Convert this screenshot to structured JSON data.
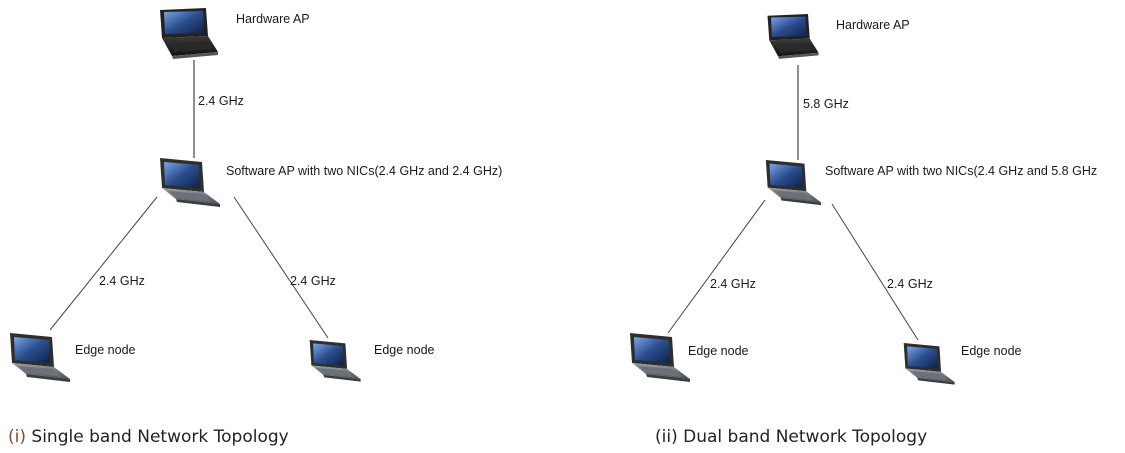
{
  "left": {
    "hardware_label": "Hardware AP",
    "uplink_label": "2.4 GHz",
    "software_label": "Software AP with two NICs(2.4 GHz and 2.4 GHz)",
    "left_link_label": "2.4 GHz",
    "right_link_label": "2.4 GHz",
    "edge_left_label": "Edge node",
    "edge_right_label": "Edge node",
    "caption_num": "(i)",
    "caption_text": "Single band Network Topology"
  },
  "right": {
    "hardware_label": "Hardware AP",
    "uplink_label": "5.8 GHz",
    "software_label": "Software AP with two NICs(2.4 GHz and 5.8 GHz",
    "left_link_label": "2.4 GHz",
    "right_link_label": "2.4 GHz",
    "edge_left_label": "Edge node",
    "edge_right_label": "Edge node",
    "caption_num": "(ii)",
    "caption_text": "Dual band Network Topology"
  },
  "icons": {
    "hardware_ap": "laptop-icon",
    "software_ap": "laptop-icon",
    "edge_node": "laptop-icon"
  },
  "colors": {
    "link_line": "#333333",
    "laptop_body": "#3a3a3a",
    "laptop_screen": "#2b4d8f",
    "caption_number": "#8a4a2a"
  }
}
